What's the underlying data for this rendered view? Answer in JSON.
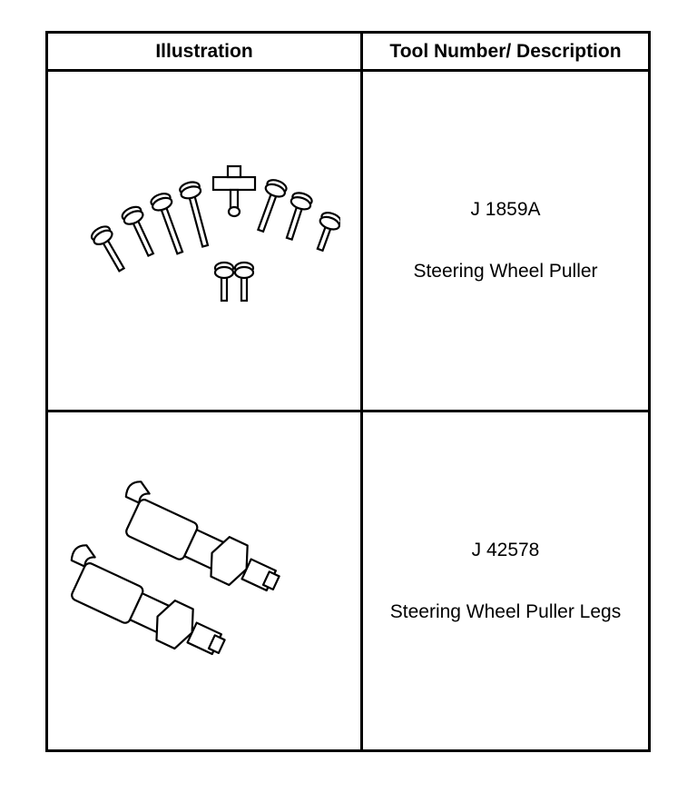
{
  "table": {
    "headers": {
      "illustration": "Illustration",
      "description": "Tool Number/ Description"
    },
    "rows": [
      {
        "tool_number": "J 1859A",
        "tool_name": "Steering Wheel Puller",
        "illustration_icon": "bolt-set-icon"
      },
      {
        "tool_number": "J 42578",
        "tool_name": "Steering Wheel Puller Legs",
        "illustration_icon": "puller-legs-icon"
      }
    ]
  }
}
